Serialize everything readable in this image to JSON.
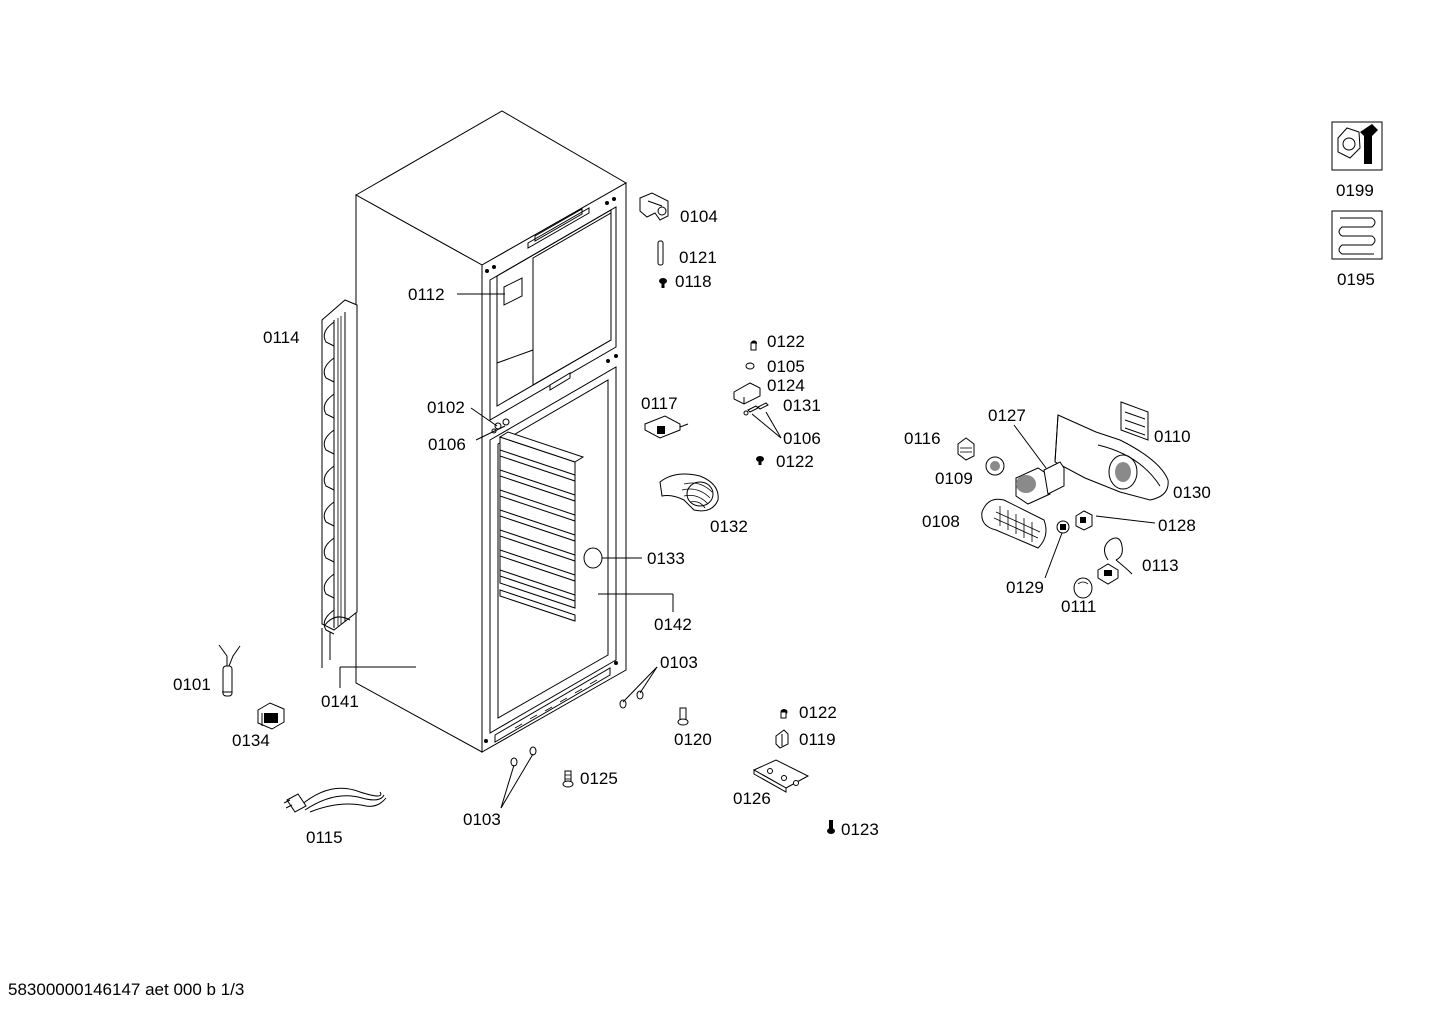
{
  "footer": {
    "text": "58300000146147 aet 000 b 1/3"
  },
  "parts": {
    "p0104": "0104",
    "p0121": "0121",
    "p0118": "0118",
    "p0112": "0112",
    "p0114": "0114",
    "p0122a": "0122",
    "p0105": "0105",
    "p0124": "0124",
    "p0131": "0131",
    "p0106a": "0106",
    "p0122b": "0122",
    "p0117": "0117",
    "p0102": "0102",
    "p0106b": "0106",
    "p0132": "0132",
    "p0133": "0133",
    "p0142": "0142",
    "p0103a": "0103",
    "p0141": "0141",
    "p0101": "0101",
    "p0134": "0134",
    "p0120": "0120",
    "p0122c": "0122",
    "p0119": "0119",
    "p0125": "0125",
    "p0103b": "0103",
    "p0126": "0126",
    "p0115": "0115",
    "p0123": "0123",
    "p0127": "0127",
    "p0110": "0110",
    "p0116": "0116",
    "p0109": "0109",
    "p0130": "0130",
    "p0108": "0108",
    "p0128": "0128",
    "p0113": "0113",
    "p0129": "0129",
    "p0111": "0111",
    "p0199": "0199",
    "p0195": "0195"
  },
  "icons": {
    "tools": "wrench-nut-icon",
    "coil": "condenser-coil-icon"
  }
}
